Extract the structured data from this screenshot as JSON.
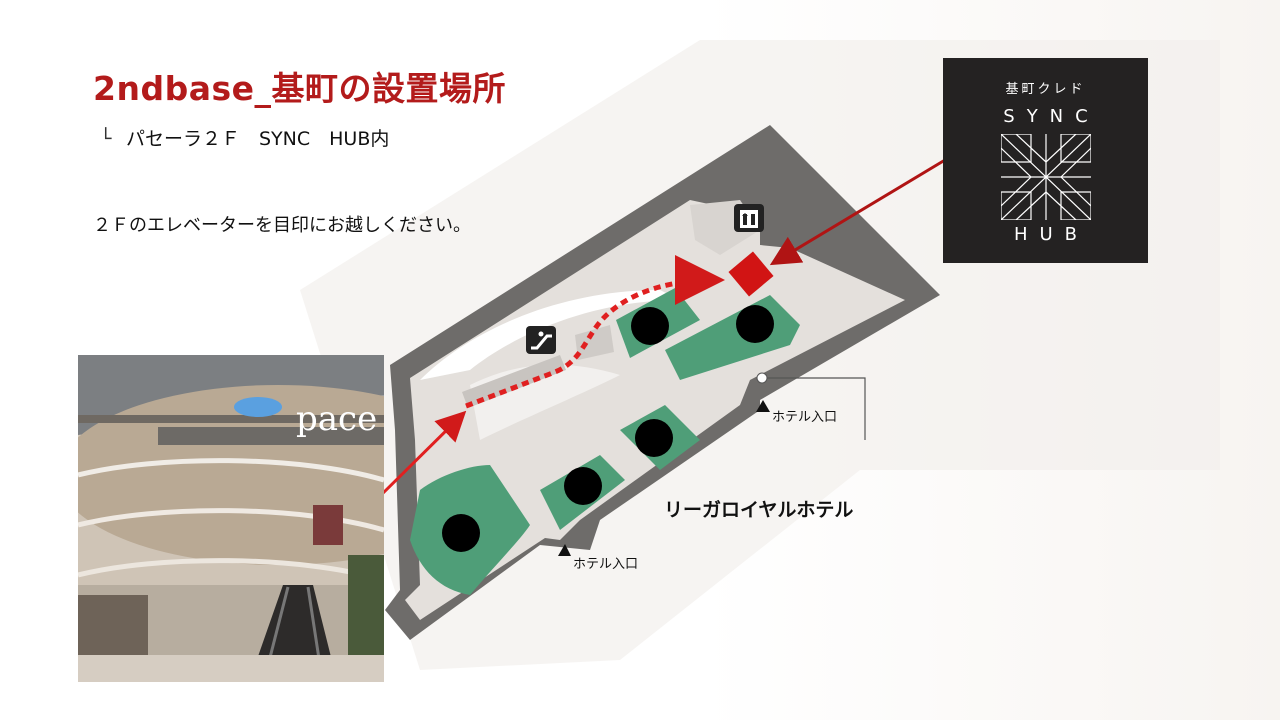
{
  "title": "2ndbase_基町の設置場所",
  "subline": {
    "mark": "└",
    "text": "パセーラ２Ｆ　SYNC　HUB内"
  },
  "guide": "２Ｆのエレベーターを目印にお越しください。",
  "map": {
    "hotel_entrance_label": "ホテル入口",
    "hotel_name": "リーガロイヤルホテル",
    "icons": [
      "elevator-icon",
      "escalator-icon"
    ],
    "colors": {
      "floor": "#e4e0dc",
      "walls": "#6e6c6a",
      "shops": "#4f9e78",
      "route": "#e02020",
      "target": "#d11414"
    }
  },
  "photo": {
    "sign_text": "pace"
  },
  "logo": {
    "top_text": "基町クレド",
    "line1": "SYNC",
    "line2": "HUB"
  }
}
